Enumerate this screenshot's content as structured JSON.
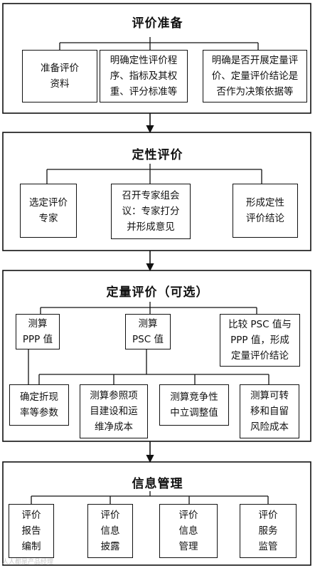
{
  "stages": [
    {
      "title": "评价准备",
      "items": [
        "准备评价\n资料",
        "明确定性评价程\n序、指标及其权\n重、评分标准等",
        "明确是否开展定量评\n价、定量评价结论是\n否作为决策依据等"
      ]
    },
    {
      "title": "定性评价",
      "items": [
        "选定评价\n专家",
        "召开专家组会\n议：专家打分\n并形成意见",
        "形成定性\n评价结论"
      ]
    },
    {
      "title": "定量评价（可选）",
      "top_items": [
        "测算\nPPP 值",
        "测算\nPSC 值",
        "比较 PSC 值与\nPPP 值，形成\n定量评价结论"
      ],
      "bottom_items": [
        "确定折现\n率等参数",
        "测算参照项\n目建设和运\n维净成本",
        "测算竞争性\n中立调整值",
        "测算可转\n移和自留\n风险成本"
      ]
    },
    {
      "title": "信息管理",
      "items": [
        "评价\n报告\n编制",
        "评价\n信息\n披露",
        "评价\n信息\n管理",
        "评价\n服务\n监管"
      ]
    }
  ],
  "watermark": "人人都是产品经理"
}
